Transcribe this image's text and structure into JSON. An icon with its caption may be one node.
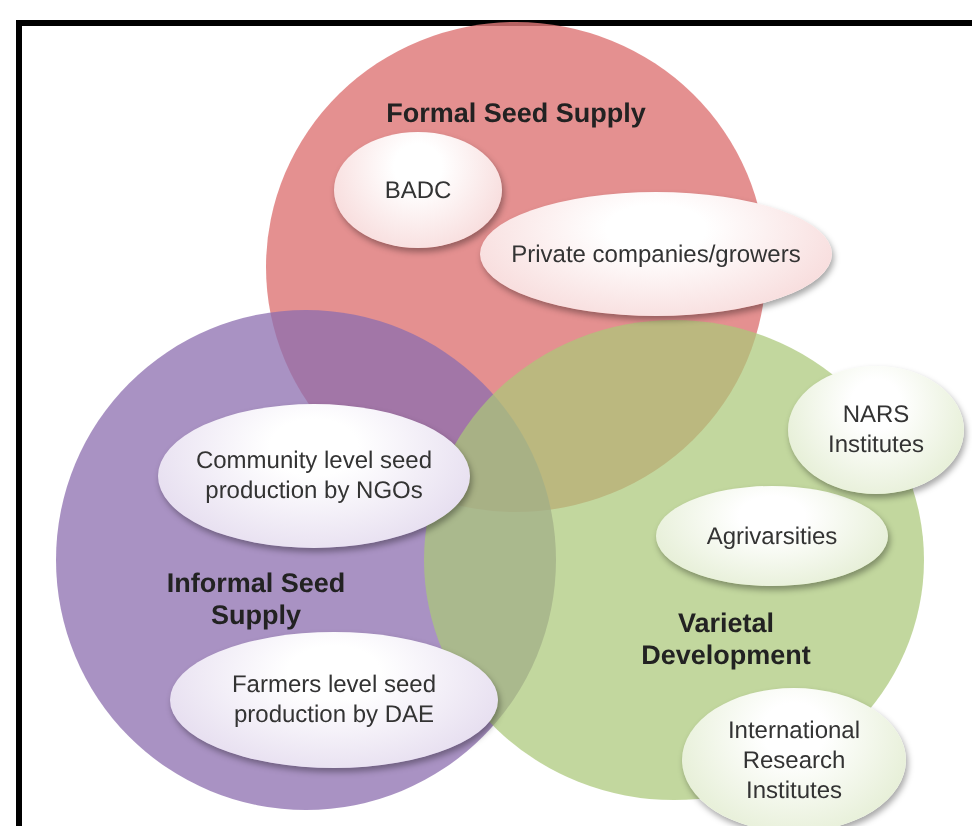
{
  "diagram": {
    "nodes": [
      {
        "text": [
          "Formal Seed Supply"
        ]
      },
      {
        "text": [
          "BADC"
        ],
        "in": 0
      },
      {
        "text": [
          "Private companies/growers"
        ]
      },
      {
        "text": [
          "Informal Seed Supply"
        ]
      },
      {
        "text": [
          "Community level seed production by NGOs"
        ],
        "in": 3
      },
      {
        "text": [
          "Farmers level seed production by DAE"
        ],
        "in": 3
      },
      {
        "text": [
          "Varietal Development"
        ]
      },
      {
        "text": [
          "NARS Institutes"
        ]
      },
      {
        "text": [
          "Agrivarsities"
        ],
        "in": 6
      },
      {
        "text": [
          "International Research Institutes"
        ]
      }
    ],
    "edges": []
  }
}
